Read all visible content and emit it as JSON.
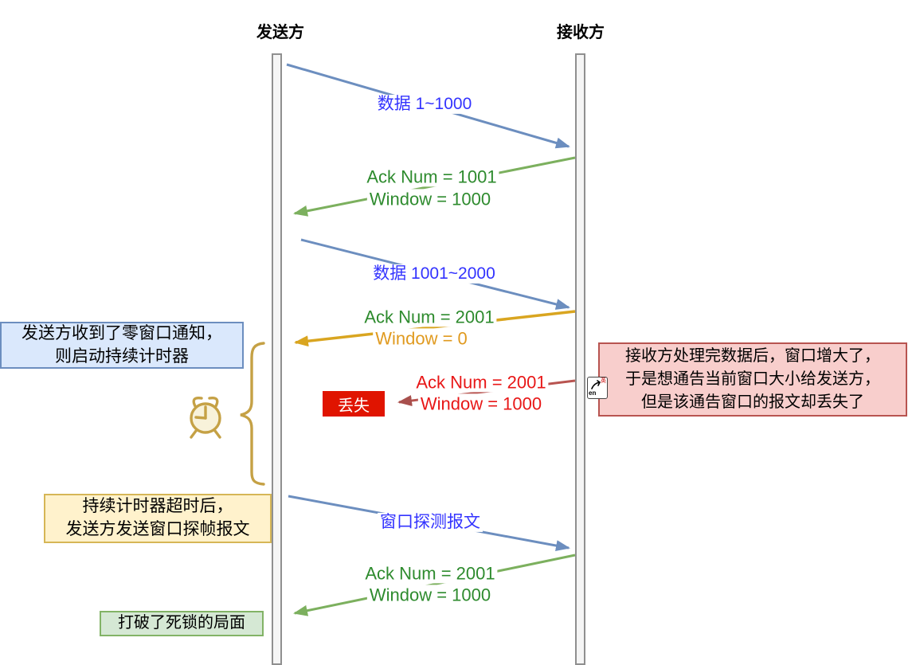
{
  "diagram_title": "TCP zero-window persist-timer sequence diagram",
  "actors": {
    "sender": "发送方",
    "receiver": "接收方"
  },
  "messages": {
    "data1": {
      "label": "数据 1~1000"
    },
    "ack1": {
      "line1": "Ack Num = 1001",
      "line2": "Window = 1000"
    },
    "data2": {
      "label": "数据 1001~2000"
    },
    "ack_zero": {
      "line1": "Ack Num = 2001",
      "line2": "Window = 0"
    },
    "ack_lost": {
      "line1": "Ack Num = 2001",
      "line2": "Window = 1000",
      "lost_badge": "丢失"
    },
    "probe": {
      "label": "窗口探测报文"
    },
    "ack_final": {
      "line1": "Ack Num = 2001",
      "line2": "Window = 1000"
    }
  },
  "notes": {
    "zero_window": {
      "line1": "发送方收到了零窗口通知，",
      "line2": "则启动持续计时器"
    },
    "receiver_window": {
      "line1": "接收方处理完数据后，窗口增大了，",
      "line2": "于是想通告当前窗口大小给发送方，",
      "line3": "但是该通告窗口的报文却丢失了"
    },
    "timer_timeout": {
      "line1": "持续计时器超时后，",
      "line2": "发送方发送窗口探帧报文"
    },
    "deadlock_broken": {
      "line1": "打破了死锁的局面"
    }
  },
  "icons": {
    "persist_timer": "alarm-clock-icon",
    "ime_cursor_text": "en",
    "ime_cursor_badge": "英"
  },
  "colors": {
    "arrow_blue": "#6c8ebf",
    "arrow_green": "#7cb05e",
    "arrow_orange": "#d9a520",
    "arrow_red": "#b85450",
    "text_blue": "#3333ff",
    "text_green": "#2e8b2e",
    "text_orange": "#e09a1f",
    "text_red": "#e81717",
    "lost_badge_bg": "#e01400",
    "note_blue_bg": "#dae8fc",
    "note_blue_border": "#6c8ebf",
    "note_pink_bg": "#f8cecc",
    "note_pink_border": "#b85450",
    "note_yellow_bg": "#fff2cc",
    "note_yellow_border": "#d6b656",
    "note_green_bg": "#d5e8d4",
    "note_green_border": "#82b366",
    "timer_tan": "#c5a145",
    "lifeline_fill": "#f5f5f5",
    "lifeline_border": "#8f8f8f"
  }
}
